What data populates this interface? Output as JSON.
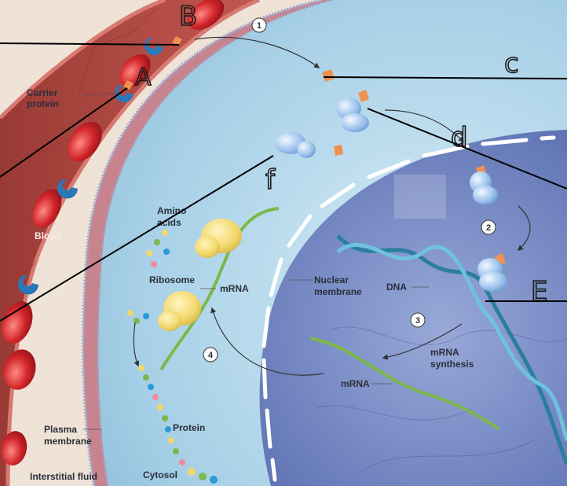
{
  "labels": {
    "carrier_protein_1": "Carrier",
    "carrier_protein_2": "protein",
    "blood": "Blood",
    "amino_acids_1": "Amino",
    "amino_acids_2": "acids",
    "ribosome": "Ribosome",
    "mrna_cytosol": "mRNA",
    "nuclear_membrane_1": "Nuclear",
    "nuclear_membrane_2": "membrane",
    "dna": "DNA",
    "mrna_synthesis_1": "mRNA",
    "mrna_synthesis_2": "synthesis",
    "mrna_nucleus": "mRNA",
    "protein": "Protein",
    "plasma_membrane_1": "Plasma",
    "plasma_membrane_2": "membrane",
    "interstitial_fluid": "Interstitial fluid",
    "cytosol": "Cytosol"
  },
  "steps": [
    "1",
    "2",
    "3",
    "4"
  ],
  "handwritten": {
    "b": "B",
    "a": "A",
    "c": "c",
    "d": "d",
    "f": "f",
    "e": "E"
  },
  "colors": {
    "vessel": "#b84a44",
    "rbc": "#d2262b",
    "cytoplasm": "#a6cfe6",
    "nucleus": "#5f73b4",
    "membrane": "#c8848e",
    "hormone": "#f09050",
    "receptor": "#8fb6e6",
    "dna": "#3aa0c0",
    "mrna": "#7ab84a",
    "ribosome": "#f2d76a"
  }
}
